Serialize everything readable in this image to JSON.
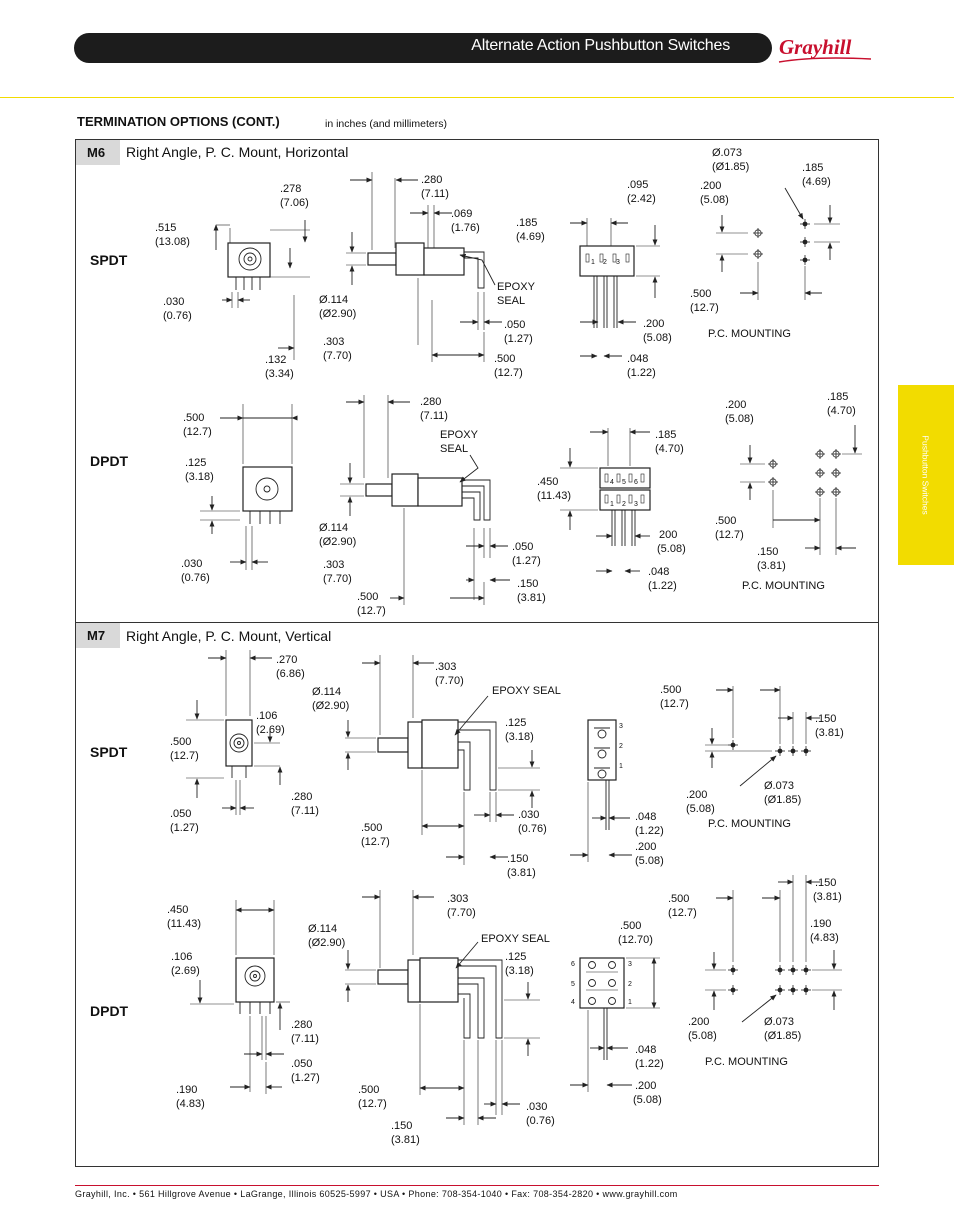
{
  "header": {
    "title": "Alternate Action Pushbutton Switches",
    "logo_text": "Grayhill",
    "brand_red": "#c8102e",
    "accent_yellow": "#f2dc00"
  },
  "section": {
    "heading": "TERMINATION OPTIONS (CONT.)",
    "units": "in inches (and millimeters)"
  },
  "side_tab": "Pushbutton Switches",
  "m6": {
    "code": "M6",
    "title": "Right Angle, P. C. Mount, Horizontal",
    "spdt": {
      "label": "SPDT",
      "d515": ".515",
      "d515mm": "(13.08)",
      "d278": ".278",
      "d278mm": "(7.06)",
      "d030": ".030",
      "d030mm": "(0.76)",
      "d132": ".132",
      "d132mm": "(3.34)",
      "d280": ".280",
      "d280mm": "(7.11)",
      "d069": ".069",
      "d069mm": "(1.76)",
      "dia114": "Ø.114",
      "dia114mm": "(Ø2.90)",
      "d303": ".303",
      "d303mm": "(7.70)",
      "epoxy1": "EPOXY",
      "epoxy2": "SEAL",
      "d050": ".050",
      "d050mm": "(1.27)",
      "d500": ".500",
      "d500mm": "(12.7)",
      "d095": ".095",
      "d095mm": "(2.42)",
      "d185": ".185",
      "d185mm": "(4.69)",
      "d200": ".200",
      "d200mm": "(5.08)",
      "d048": ".048",
      "d048mm": "(1.22)",
      "dia073": "Ø.073",
      "dia073mm": "(Ø1.85)",
      "pc_d200": ".200",
      "pc_d200mm": "(5.08)",
      "pc_d185": ".185",
      "pc_d185mm": "(4.69)",
      "pc_d500": ".500",
      "pc_d500mm": "(12.7)",
      "pc_label": "P.C. MOUNTING",
      "pins": "1 2 3"
    },
    "dpdt": {
      "label": "DPDT",
      "d500": ".500",
      "d500mm": "(12.7)",
      "d125": ".125",
      "d125mm": "(3.18)",
      "d030": ".030",
      "d030mm": "(0.76)",
      "d280": ".280",
      "d280mm": "(7.11)",
      "epoxy1": "EPOXY",
      "epoxy2": "SEAL",
      "dia114": "Ø.114",
      "dia114mm": "(Ø2.90)",
      "d303": ".303",
      "d303mm": "(7.70)",
      "d500b": ".500",
      "d500bmm": "(12.7)",
      "d050": ".050",
      "d050mm": "(1.27)",
      "d150": ".150",
      "d150mm": "(3.81)",
      "d185": ".185",
      "d185mm": "(4.70)",
      "d450": ".450",
      "d450mm": "(11.43)",
      "d200": "200",
      "d200mm": "(5.08)",
      "d048": ".048",
      "d048mm": "(1.22)",
      "pc_d200": ".200",
      "pc_d200mm": "(5.08)",
      "pc_d185": ".185",
      "pc_d185mm": "(4.70)",
      "pc_d500": ".500",
      "pc_d500mm": "(12.7)",
      "pc_d150": ".150",
      "pc_d150mm": "(3.81)",
      "pc_label": "P.C. MOUNTING",
      "pins_top": "4 5 6",
      "pins_bot": "1 2 3"
    }
  },
  "m7": {
    "code": "M7",
    "title": "Right Angle, P. C. Mount, Vertical",
    "spdt": {
      "label": "SPDT",
      "d270": ".270",
      "d270mm": "(6.86)",
      "d106": ".106",
      "d106mm": "(2.69)",
      "d500": ".500",
      "d500mm": "(12.7)",
      "d050": ".050",
      "d050mm": "(1.27)",
      "d280": ".280",
      "d280mm": "(7.11)",
      "dia114": "Ø.114",
      "dia114mm": "(Ø2.90)",
      "d303": ".303",
      "d303mm": "(7.70)",
      "epoxy": "EPOXY SEAL",
      "d125": ".125",
      "d125mm": "(3.18)",
      "d500b": ".500",
      "d500bmm": "(12.7)",
      "d030": ".030",
      "d030mm": "(0.76)",
      "d150": ".150",
      "d150mm": "(3.81)",
      "d048": ".048",
      "d048mm": "(1.22)",
      "d200": ".200",
      "d200mm": "(5.08)",
      "pc_d500": ".500",
      "pc_d500mm": "(12.7)",
      "pc_d150": ".150",
      "pc_d150mm": "(3.81)",
      "pc_d200": ".200",
      "pc_d200mm": "(5.08)",
      "dia073": "Ø.073",
      "dia073mm": "(Ø1.85)",
      "pc_label": "P.C. MOUNTING",
      "pin3": "3",
      "pin2": "2",
      "pin1": "1"
    },
    "dpdt": {
      "label": "DPDT",
      "d450": ".450",
      "d450mm": "(11.43)",
      "d106": ".106",
      "d106mm": "(2.69)",
      "d280": ".280",
      "d280mm": "(7.11)",
      "d050": ".050",
      "d050mm": "(1.27)",
      "d190": ".190",
      "d190mm": "(4.83)",
      "dia114": "Ø.114",
      "dia114mm": "(Ø2.90)",
      "d303": ".303",
      "d303mm": "(7.70)",
      "epoxy": "EPOXY SEAL",
      "d125": ".125",
      "d125mm": "(3.18)",
      "d500b": ".500",
      "d500bmm": "(12.7)",
      "d150": ".150",
      "d150mm": "(3.81)",
      "d030": ".030",
      "d030mm": "(0.76)",
      "d500c": ".500",
      "d500cmm": "(12.70)",
      "d048": ".048",
      "d048mm": "(1.22)",
      "d200": ".200",
      "d200mm": "(5.08)",
      "pc_d500": ".500",
      "pc_d500mm": "(12.7)",
      "pc_d150": ".150",
      "pc_d150mm": "(3.81)",
      "pc_d190": ".190",
      "pc_d190mm": "(4.83)",
      "pc_d200": ".200",
      "pc_d200mm": "(5.08)",
      "dia073": "Ø.073",
      "dia073mm": "(Ø1.85)",
      "pc_label": "P.C. MOUNTING",
      "pin6": "6",
      "pin5": "5",
      "pin4": "4",
      "pin3": "3",
      "pin2": "2",
      "pin1": "1"
    }
  },
  "footer": "Grayhill,  Inc.  •  561  Hillgrove  Avenue  •  LaGrange,  Illinois   60525-5997  •  USA  •  Phone:  708-354-1040  •  Fax:  708-354-2820  •  www.grayhill.com"
}
